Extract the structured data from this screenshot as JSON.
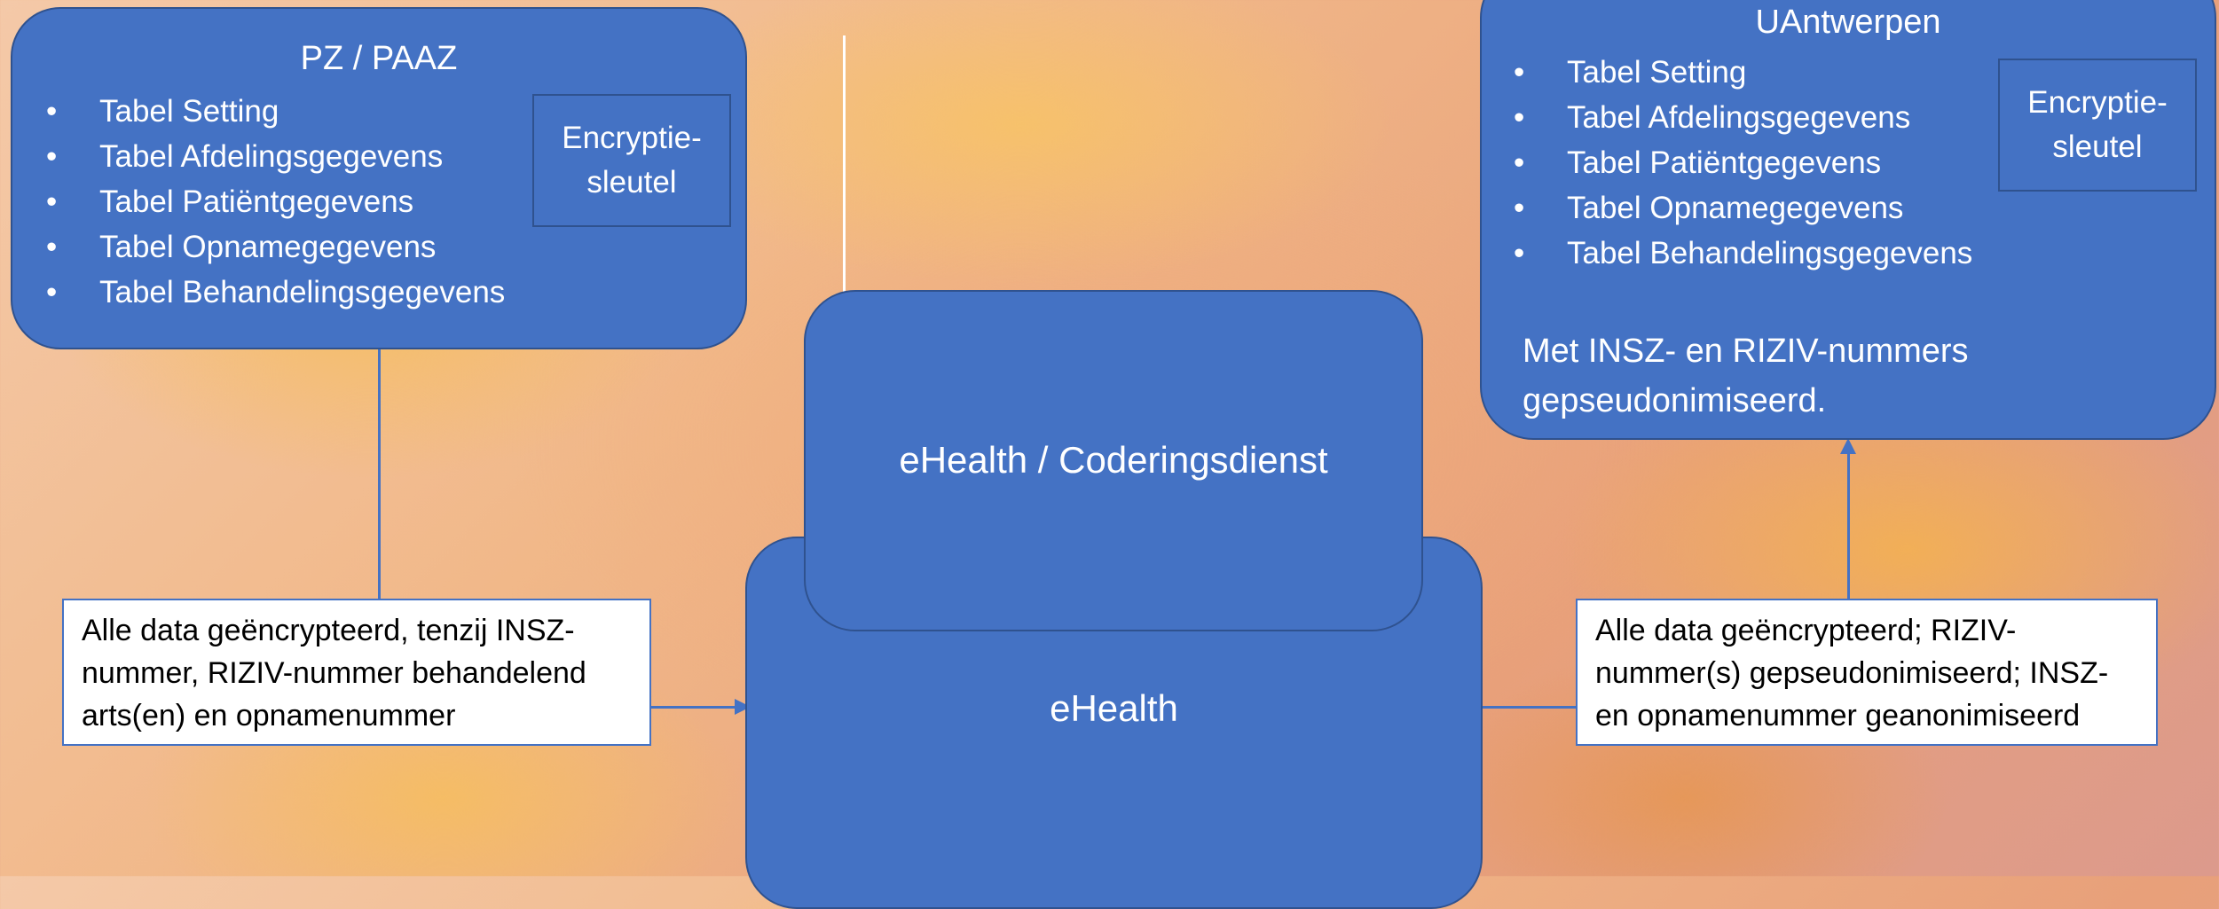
{
  "pz_box": {
    "title": "PZ / PAAZ",
    "tables": [
      "Tabel Setting",
      "Tabel Afdelingsgegevens",
      "Tabel Patiëntgegevens",
      "Tabel Opnamegegevens",
      "Tabel Behandelingsgegevens"
    ],
    "key_line1": "Encryptie-",
    "key_line2": "sleutel"
  },
  "ua_box": {
    "title": "UAntwerpen",
    "tables": [
      "Tabel Setting",
      "Tabel Afdelingsgegevens",
      "Tabel Patiëntgegevens",
      "Tabel Opnamegegevens",
      "Tabel Behandelingsgegevens"
    ],
    "key_line1": "Encryptie-",
    "key_line2": "sleutel",
    "note_line1": "Met INSZ- en RIZIV-nummers",
    "note_line2": "gepseudonimiseerd."
  },
  "coding_box": {
    "label": "eHealth / Coderingsdienst"
  },
  "ehealth_box": {
    "label": "eHealth"
  },
  "callout_left": {
    "line1": "Alle data geëncrypteerd, tenzij INSZ-",
    "line2": "nummer, RIZIV-nummer behandelend",
    "line3": "arts(en) en opnamenummer"
  },
  "callout_right": {
    "line1": "Alle data geëncrypteerd; RIZIV-",
    "line2": "nummer(s) gepseudonimiseerd; INSZ-",
    "line3": "en opnamenummer geanonimiseerd"
  },
  "colors": {
    "box_fill": "#4472c4",
    "box_border": "#2f528f",
    "callout_fill": "#ffffff",
    "text_light": "#ffffff",
    "text_dark": "#000000"
  }
}
